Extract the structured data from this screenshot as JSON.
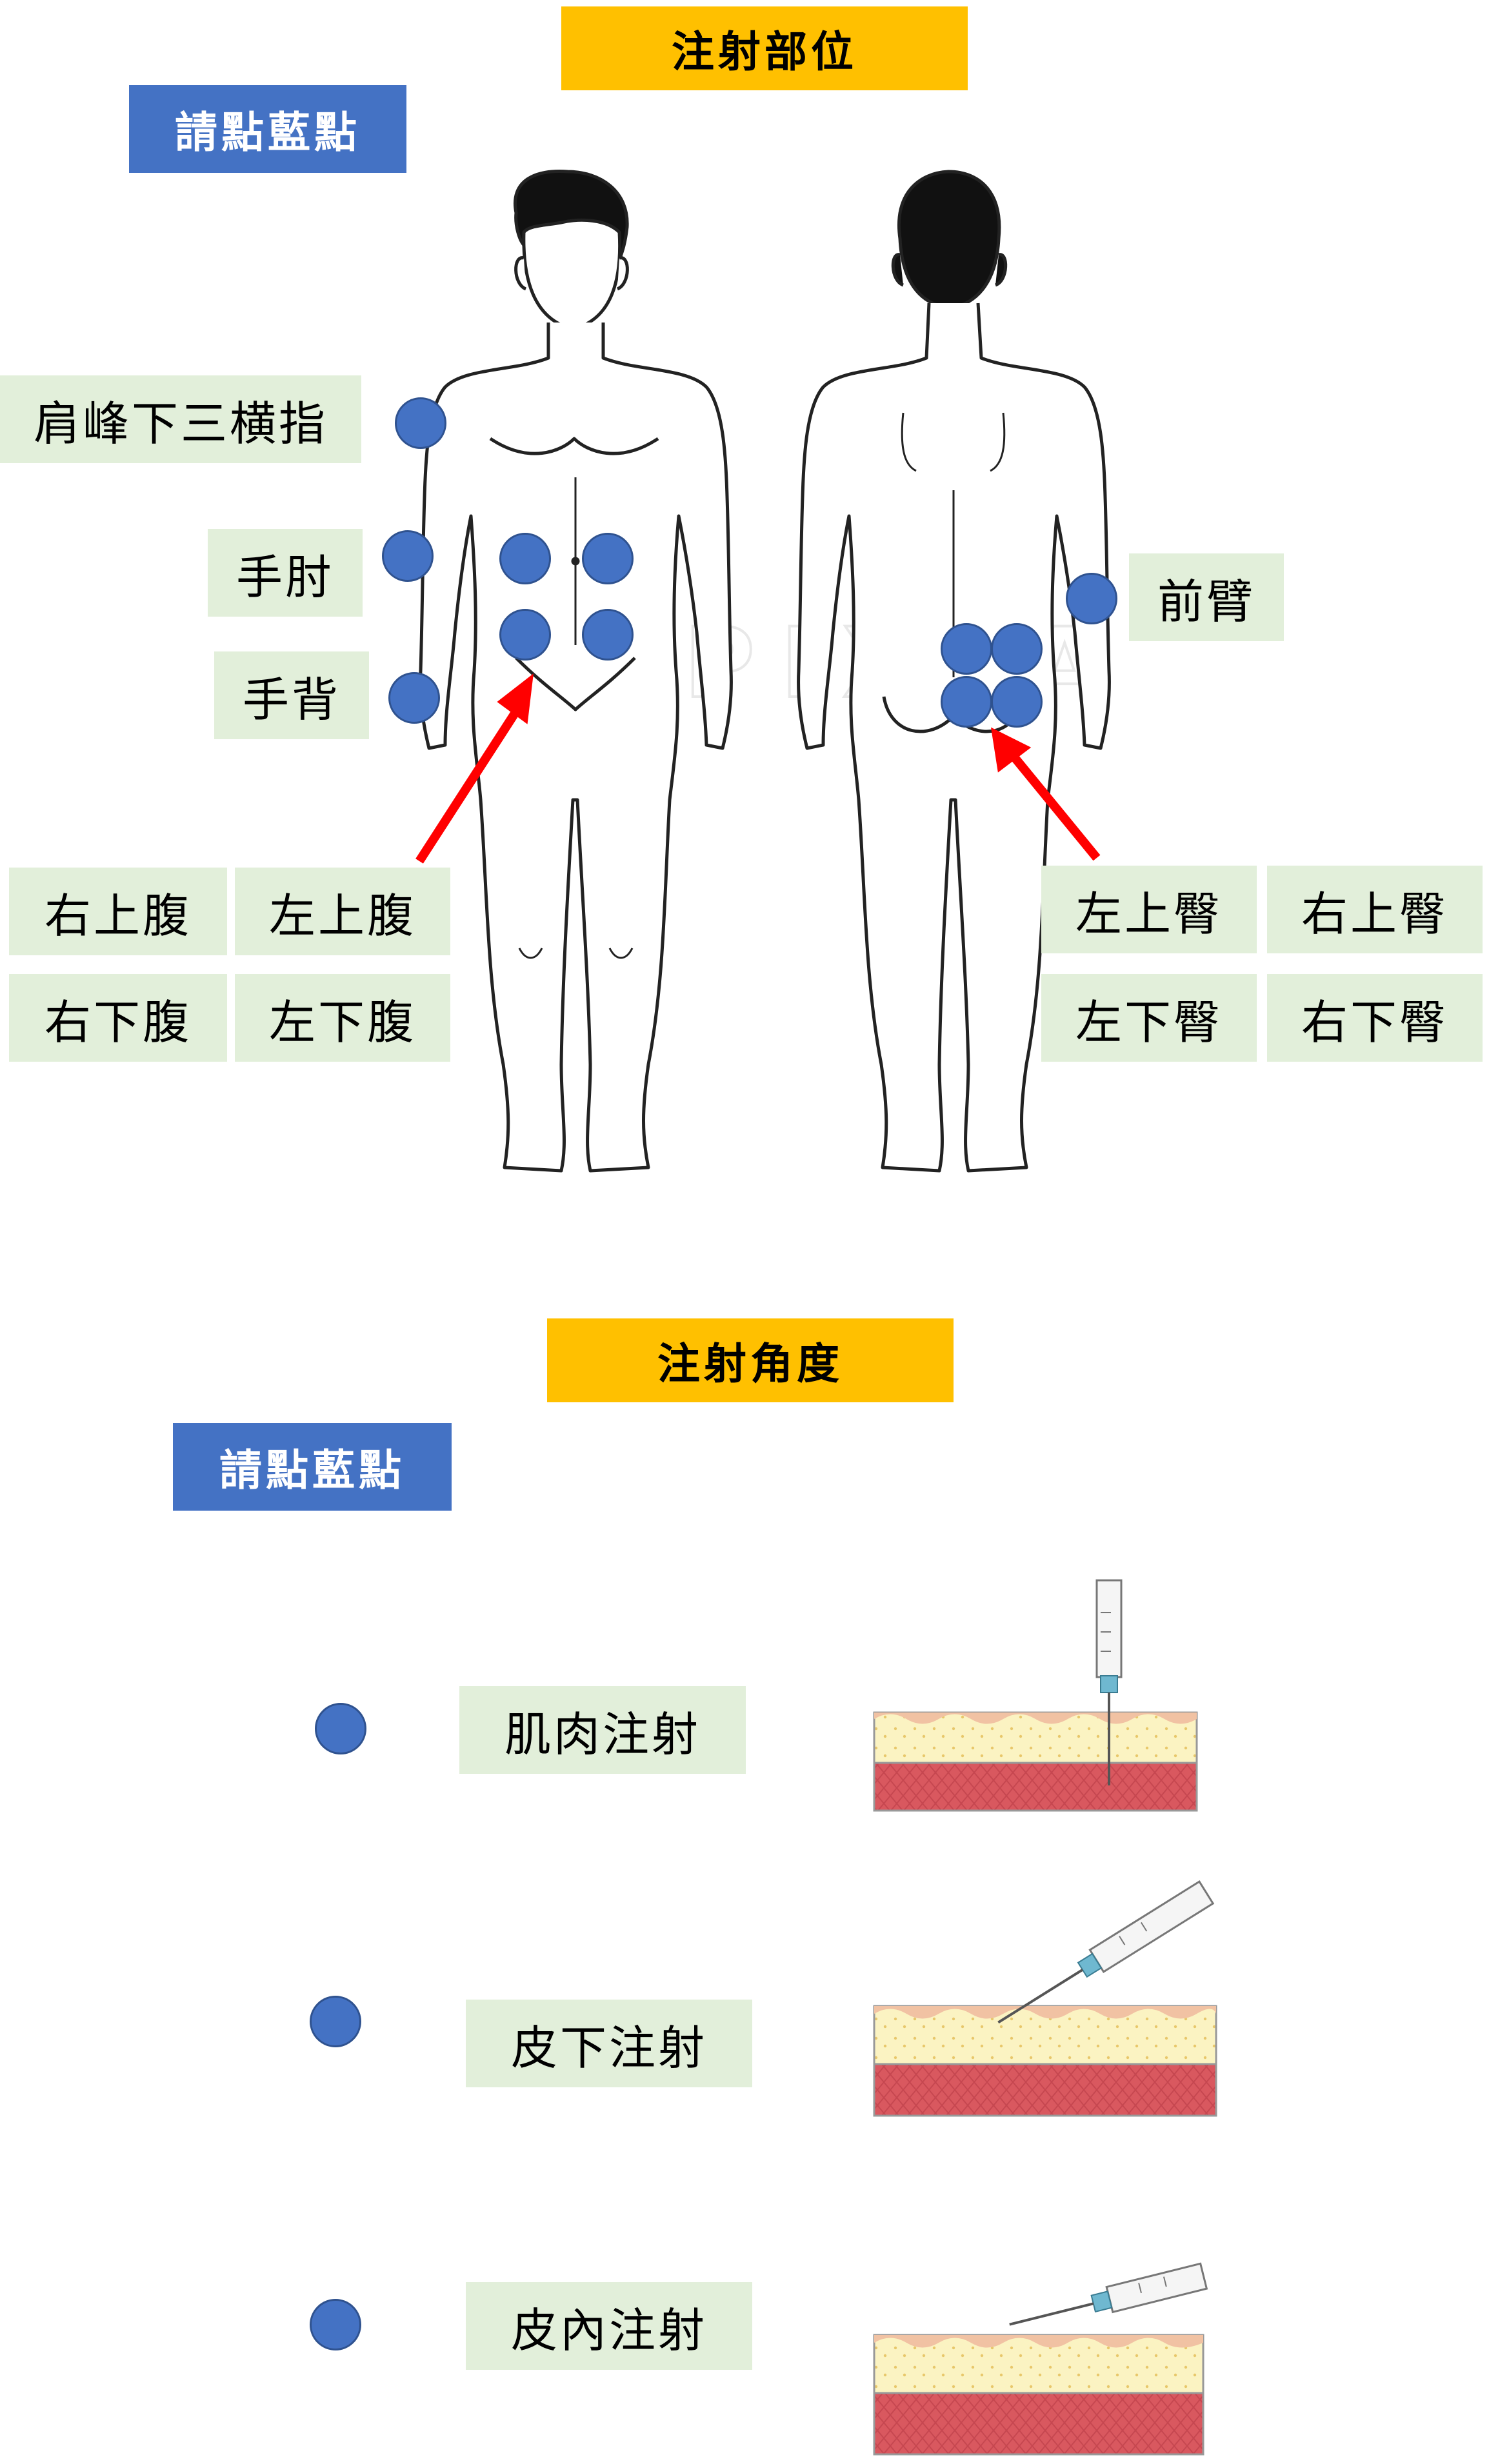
{
  "site_section": {
    "header": "注射部位",
    "tap_hint": "請點藍點",
    "front_labels": {
      "shoulder": "肩峰下三横指",
      "elbow": "手肘",
      "hand_back": "手背",
      "right_upper_abdomen": "右上腹",
      "left_upper_abdomen": "左上腹",
      "right_lower_abdomen": "右下腹",
      "left_lower_abdomen": "左下腹"
    },
    "back_labels": {
      "forearm": "前臂",
      "left_upper_buttock": "左上臀",
      "right_upper_buttock": "右上臀",
      "left_lower_buttock": "左下臀",
      "right_lower_buttock": "右下臀"
    },
    "watermark": "PIXTA"
  },
  "angle_section": {
    "header": "注射角度",
    "tap_hint": "請點藍點",
    "options": {
      "intramuscular": "肌肉注射",
      "subcutaneous": "皮下注射",
      "intradermal": "皮內注射"
    }
  },
  "colors": {
    "header_bg": "#ffc000",
    "hint_bg": "#4472c4",
    "label_bg": "#e2efda",
    "dot": "#4472c4",
    "arrow": "#ff0000",
    "fat_layer": "#fbf3c2",
    "muscle_layer": "#d9585f",
    "dermis_layer": "#f1c2a3"
  }
}
